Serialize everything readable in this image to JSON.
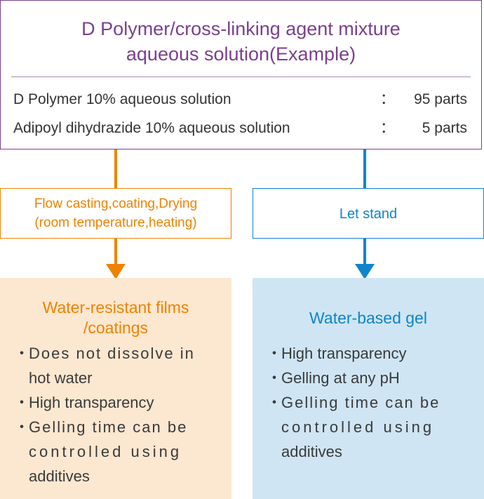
{
  "mixture": {
    "title_line1": "D Polymer/cross-linking agent mixture",
    "title_line2": "aqueous solution(Example)",
    "rows": [
      {
        "name": "D Polymer 10% aqueous solution",
        "colon": "：",
        "amount": "95 parts"
      },
      {
        "name": "Adipoyl dihydrazide 10% aqueous solution",
        "colon": "：",
        "amount": "5 parts"
      }
    ]
  },
  "left_branch": {
    "process_line1": "Flow casting,coating,Drying",
    "process_line2": "(room temperature,heating)",
    "result_title_line1": "Water-resistant films",
    "result_title_line2": "/coatings",
    "bullet_glyph": "・",
    "bullets": [
      {
        "line1": "Does not dissolve in",
        "line2": "hot water"
      },
      {
        "line1": "High transparency"
      },
      {
        "line1": "Gelling time can be",
        "line2": "controlled using",
        "line3": "additives"
      }
    ]
  },
  "right_branch": {
    "process": "Let stand",
    "result_title": "Water-based gel",
    "bullet_glyph": "・",
    "bullets": [
      {
        "line1": "High transparency"
      },
      {
        "line1": "Gelling at any pH"
      },
      {
        "line1": "Gelling time can be",
        "line2": "controlled using",
        "line3": "additives"
      }
    ]
  },
  "colors": {
    "purple": "#7b3f8f",
    "orange": "#ef8200",
    "blue": "#0f84cc",
    "orange_fill": "#fce7d0",
    "blue_fill": "#cfe5f4"
  }
}
